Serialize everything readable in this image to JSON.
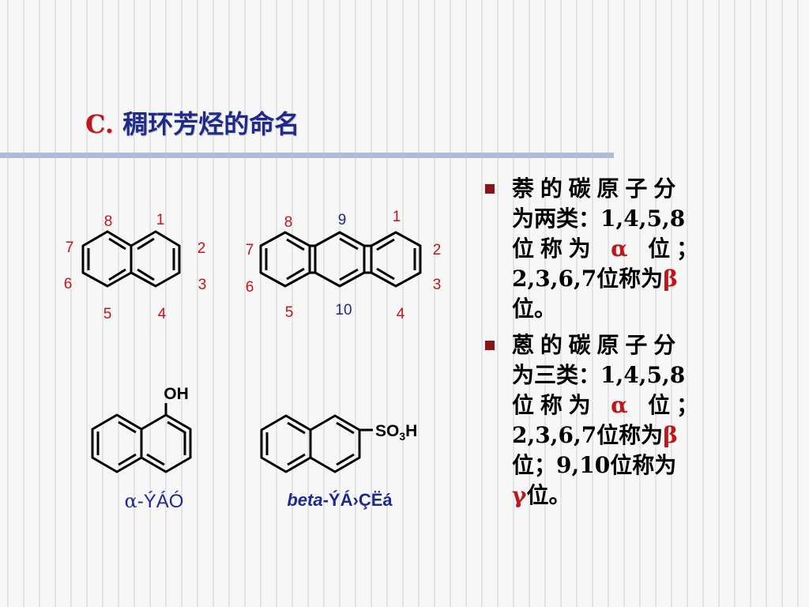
{
  "slide": {
    "title_letter": "C.",
    "title_text": "稠环芳烃的命名"
  },
  "naphthalene": {
    "positions": [
      "8",
      "1",
      "7",
      "2",
      "6",
      "3",
      "5",
      "4"
    ]
  },
  "anthracene": {
    "positions": [
      "8",
      "9",
      "1",
      "7",
      "2",
      "6",
      "3",
      "5",
      "10",
      "4"
    ]
  },
  "naphthol": {
    "substituent": "OH",
    "caption_greek": "α",
    "caption_text": "-ÝÁÓ"
  },
  "sulfonic_acid": {
    "substituent_prefix": "SO",
    "substituent_sub": "3",
    "substituent_suffix": "H",
    "caption_italic": "beta",
    "caption_text": "-ÝÁ›ÇËá"
  },
  "bullets": [
    {
      "lines": [
        "萘的碳原子分",
        "为两类：1,4,5,8",
        "位称为",
        "位；",
        "2,3,6,7位称为",
        "位。"
      ],
      "alpha": "α",
      "beta": "β"
    },
    {
      "lines": [
        "蒽的碳原子分",
        "为三类：1,4,5,8",
        "位称为",
        "位；",
        "2,3,6,7位称为",
        "位；9,10位称为",
        "位。"
      ],
      "alpha": "α",
      "beta": "β",
      "gamma": "γ"
    }
  ],
  "colors": {
    "title_letter": "#c0161b",
    "title_text": "#1f2a8a",
    "position_number": "#c0161b",
    "anthracene_middle_number": "#1f2a8a",
    "greek": "#c0161b",
    "caption": "#1f2a8a",
    "bullet_square": "#8a1317"
  }
}
